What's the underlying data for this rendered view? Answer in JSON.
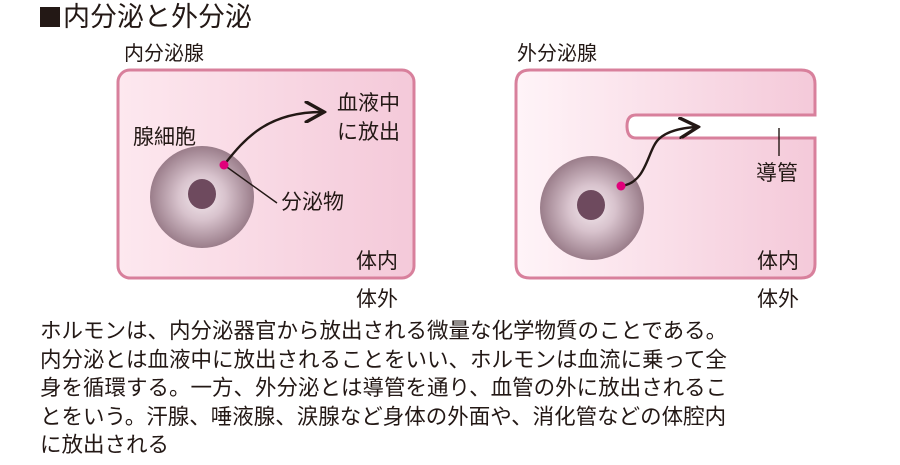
{
  "title": "内分泌と外分泌",
  "endocrine": {
    "heading": "内分泌腺",
    "cell_label": "腺細胞",
    "secretion_label": "分泌物",
    "destination_line1": "血液中",
    "destination_line2": "に放出",
    "inside_label": "体内",
    "outside_label": "体外"
  },
  "exocrine": {
    "heading": "外分泌腺",
    "duct_label": "導管",
    "inside_label": "体内",
    "outside_label": "体外"
  },
  "colors": {
    "box_stroke": "#d8809c",
    "box_fill": "#f5cfdd",
    "cell_outer": "#9a7d8a",
    "nucleus": "#6e4a5e",
    "secretion_dot": "#e0007a"
  },
  "description_lines": [
    "ホルモンは、内分泌器官から放出される微量な化学物質のことである。",
    "内分泌とは血液中に放出されることをいい、ホルモンは血流に乗って全",
    "身を循環する。一方、外分泌とは導管を通り、血管の外に放出されるこ",
    "とをいう。汗腺、唾液腺、涙腺など身体の外面や、消化管などの体腔内",
    "に放出される"
  ]
}
